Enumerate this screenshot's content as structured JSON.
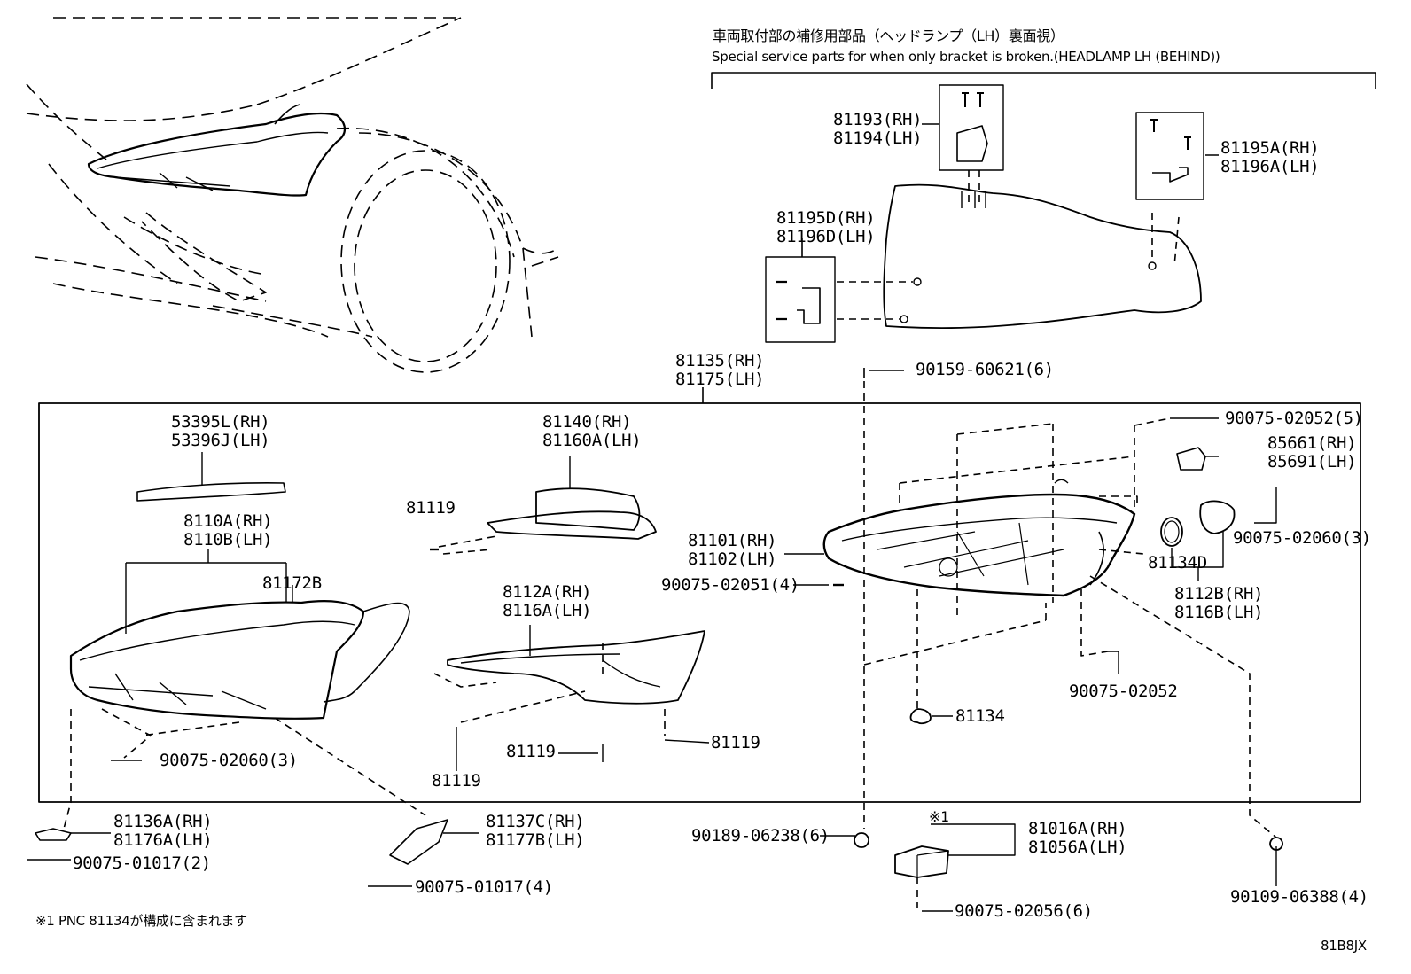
{
  "header": {
    "title_jp": "車両取付部の補修用部品（ヘッドランプ（LH）裏面視）",
    "title_en": "Special service parts for when only bracket is broken.(HEADLAMP LH (BEHIND))"
  },
  "parts": {
    "p81193": [
      "81193(RH)",
      "81194(LH)"
    ],
    "p81195A": [
      "81195A(RH)",
      "81196A(LH)"
    ],
    "p81195D": [
      "81195D(RH)",
      "81196D(LH)"
    ],
    "p81135": [
      "81135(RH)",
      "81175(LH)"
    ],
    "p90159": "90159-60621(6)",
    "p53395": [
      "53395L(RH)",
      "53396J(LH)"
    ],
    "p81140": [
      "81140(RH)",
      "81160A(LH)"
    ],
    "p81119_a": "81119",
    "p8110A": [
      "8110A(RH)",
      "8110B(LH)"
    ],
    "p81172B": "81172B",
    "p8112A": [
      "8112A(RH)",
      "8116A(LH)"
    ],
    "p81101": [
      "81101(RH)",
      "81102(LH)"
    ],
    "p90075_02051": "90075-02051(4)",
    "p90075_02052_5": "90075-02052(5)",
    "p85661": [
      "85661(RH)",
      "85691(LH)"
    ],
    "p90075_02060_r": "90075-02060(3)",
    "p81134D": "81134D",
    "p8112B": [
      "8112B(RH)",
      "8116B(LH)"
    ],
    "p90075_02052": "90075-02052",
    "p81134": "81134",
    "p90075_02060_l": "90075-02060(3)",
    "p81119_b": "81119",
    "p81119_c": "81119",
    "p81119_d": "81119",
    "p81136A": [
      "81136A(RH)",
      "81176A(LH)"
    ],
    "p81137C": [
      "81137C(RH)",
      "81177B(LH)"
    ],
    "p90189": "90189-06238(6)",
    "star1": "※1",
    "p81016A": [
      "81016A(RH)",
      "81056A(LH)"
    ],
    "p90075_01017_2": "90075-01017(2)",
    "p90075_01017_4": "90075-01017(4)",
    "p90075_02056": "90075-02056(6)",
    "p90109": "90109-06388(4)"
  },
  "footnote": "※1 PNC 81134が構成に含まれます",
  "drawing_code": "81B8JX"
}
